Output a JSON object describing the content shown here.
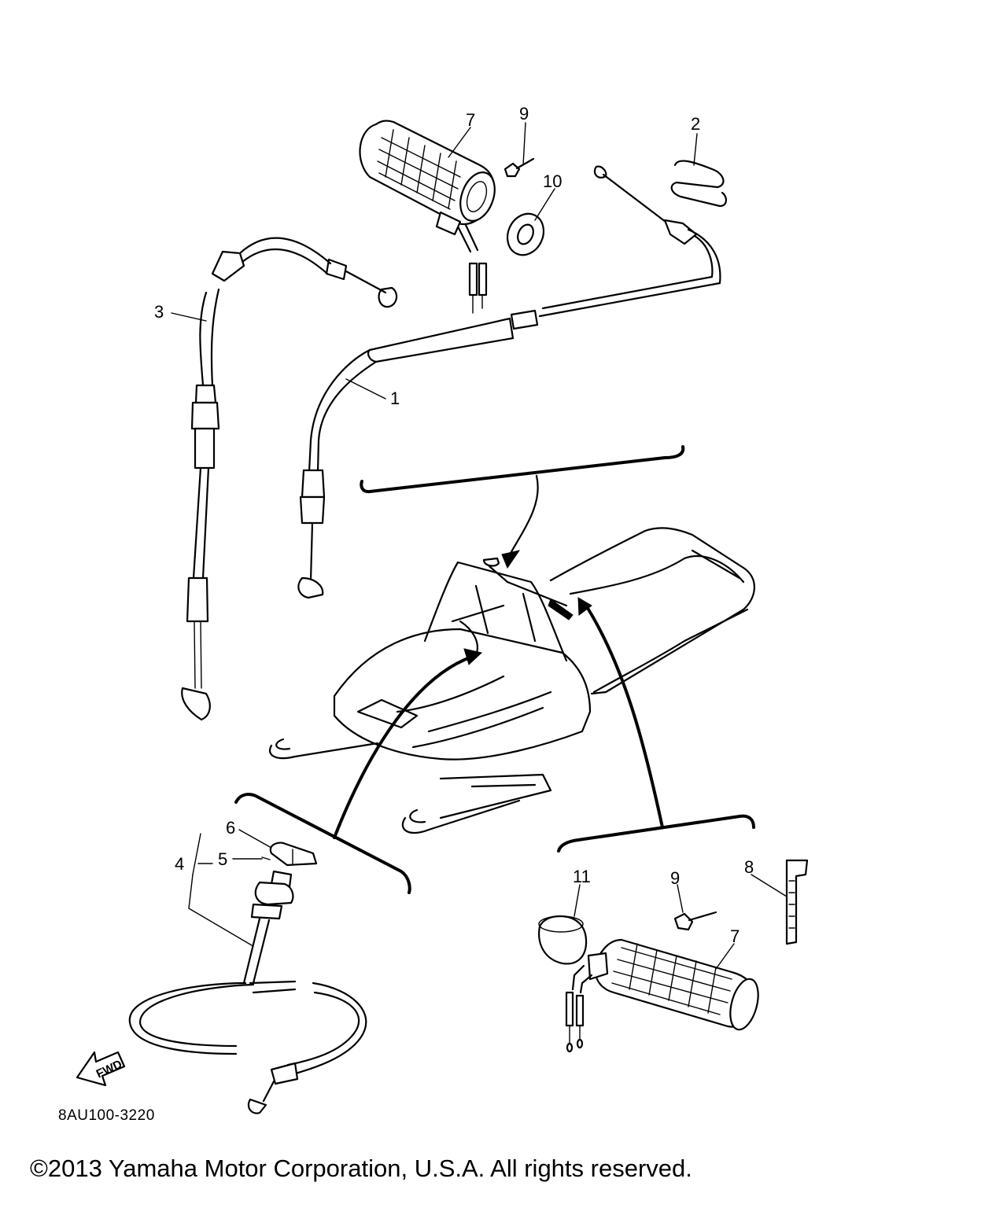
{
  "callouts": {
    "c1": "1",
    "c2": "2",
    "c3": "3",
    "c4": "4",
    "c5": "5",
    "c6": "6",
    "c7_top": "7",
    "c7_bottom": "7",
    "c8": "8",
    "c9_top": "9",
    "c9_bottom": "9",
    "c10": "10",
    "c11": "11"
  },
  "fwd_label": "FWD",
  "diagram_code": "8AU100-3220",
  "copyright": "©2013 Yamaha Motor Corporation, U.S.A. All rights reserved."
}
